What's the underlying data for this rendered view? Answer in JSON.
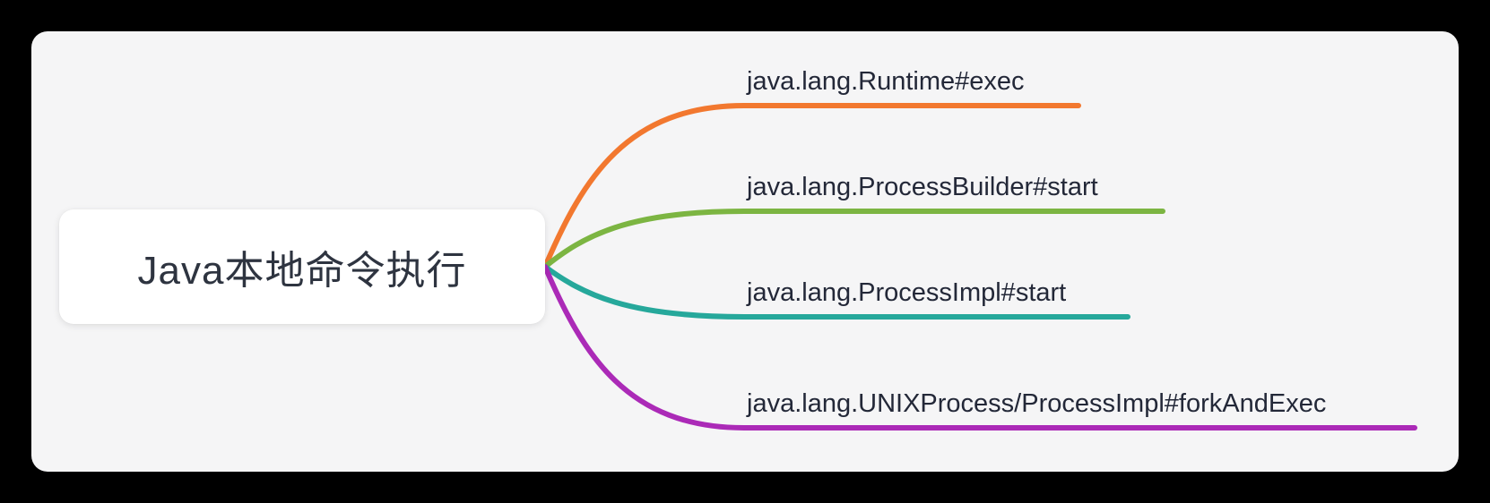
{
  "root": {
    "title": "Java本地命令执行"
  },
  "branches": [
    {
      "label": "java.lang.Runtime#exec",
      "color": "#F2782F"
    },
    {
      "label": "java.lang.ProcessBuilder#start",
      "color": "#7CB542"
    },
    {
      "label": "java.lang.ProcessImpl#start",
      "color": "#26A89B"
    },
    {
      "label": "java.lang.UNIXProcess/ProcessImpl#forkAndExec",
      "color": "#AB2AB7"
    }
  ],
  "colors": {
    "canvas_background": "#F5F5F6",
    "outer_background": "#000000",
    "node_background": "#FFFFFF",
    "text": "#232838"
  }
}
